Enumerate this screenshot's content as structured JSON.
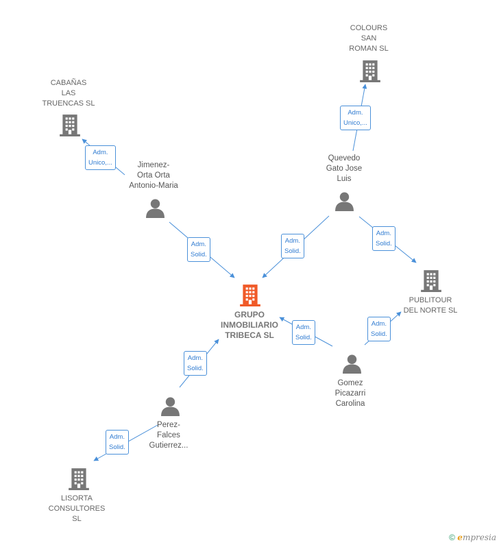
{
  "nodes": {
    "center": {
      "label": "GRUPO\nINMOBILIARIO\nTRIBECA  SL",
      "type": "company",
      "color": "#f05a28"
    },
    "cabanas": {
      "label": "CABAÑAS\nLAS\nTRUENCAS  SL",
      "type": "company"
    },
    "colours": {
      "label": "COLOURS\nSAN\nROMAN SL",
      "type": "company"
    },
    "publitour": {
      "label": "PUBLITOUR\nDEL NORTE  SL",
      "type": "company"
    },
    "lisorta": {
      "label": "LISORTA\nCONSULTORES\nSL",
      "type": "company"
    },
    "jimenez": {
      "label": "Jimenez-\nOrta Orta\nAntonio-Maria",
      "type": "person"
    },
    "quevedo": {
      "label": "Quevedo\nGato Jose\nLuis",
      "type": "person"
    },
    "gomez": {
      "label": "Gomez\nPicazarri\nCarolina",
      "type": "person"
    },
    "perez": {
      "label": "Perez-\nFalces\nGutierrez...",
      "type": "person"
    }
  },
  "edges": {
    "jimenez_cabanas": "Adm.\nUnico,...",
    "quevedo_colours": "Adm.\nUnico,...",
    "jimenez_center": "Adm.\nSolid.",
    "quevedo_center": "Adm.\nSolid.",
    "quevedo_publitour": "Adm.\nSolid.",
    "gomez_center": "Adm.\nSolid.",
    "gomez_publitour": "Adm.\nSolid.",
    "perez_center": "Adm.\nSolid.",
    "perez_lisorta": "Adm.\nSolid."
  },
  "colors": {
    "edge": "#4a90d9",
    "icon": "#777777",
    "center_icon": "#f05a28"
  },
  "footer": {
    "copyright": "©",
    "brand_initial": "e",
    "brand_rest": "mpresia"
  }
}
